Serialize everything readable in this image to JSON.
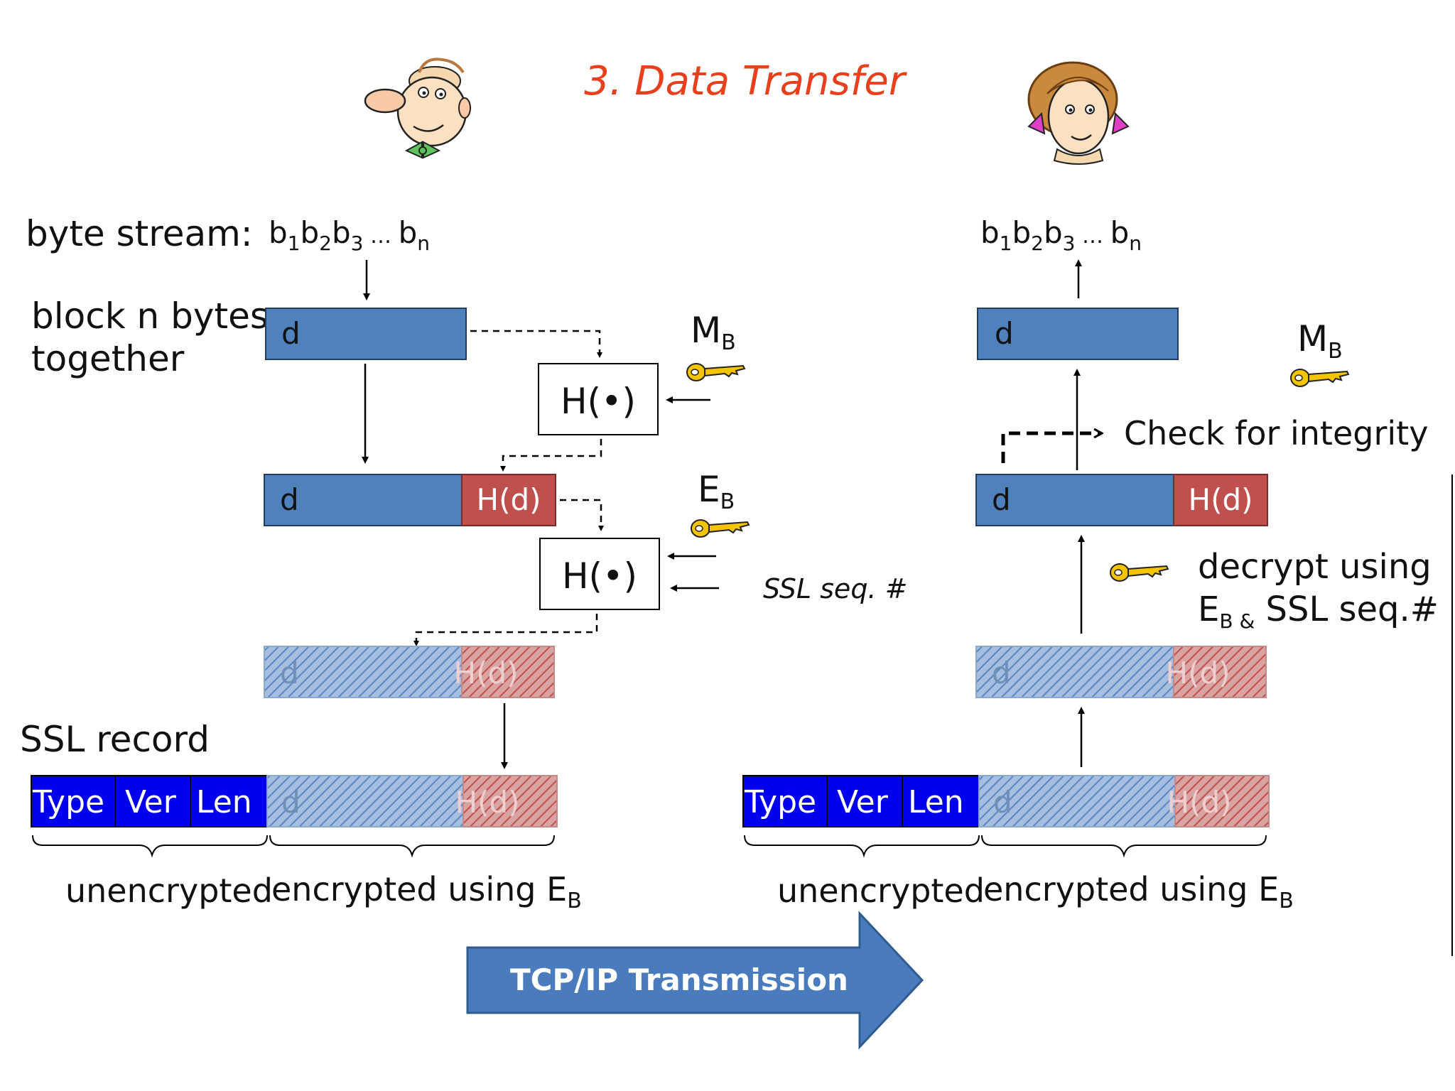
{
  "title": "3. Data Transfer",
  "colors": {
    "title": "#e8401c",
    "data_block": "#4f81bd",
    "hash_block": "#c0504d",
    "header_block": "#0000ee",
    "arrow_fill": "#4a7bbd",
    "arrow_stroke": "#2f5c8f",
    "key": "#f5c400"
  },
  "sender": {
    "stream_label": "byte stream:",
    "stream": {
      "b": "b",
      "s1": "1",
      "s2": "2",
      "s3": "3",
      "dots": " … ",
      "sn": "n"
    },
    "block_label_1": "block n bytes",
    "block_label_2": "together",
    "block_d": "d",
    "hash_box_1": "H(•)",
    "mac_key": {
      "base": "M",
      "sub": "B"
    },
    "block2_d": "d",
    "block2_h": "H(d)",
    "enc_key": {
      "base": "E",
      "sub": "B"
    },
    "hash_box_2": "H(•)",
    "seq_label": "SSL seq. #",
    "enc_d": "d",
    "enc_h": "H(d)",
    "record_label": "SSL record",
    "record": {
      "type": "Type",
      "ver": "Ver",
      "len": "Len",
      "d": "d",
      "h": "H(d)"
    },
    "unencrypted_label": "unencrypted",
    "encrypted_label": {
      "text": "encrypted using E",
      "sub": "B"
    }
  },
  "receiver": {
    "stream": {
      "b": "b",
      "s1": "1",
      "s2": "2",
      "s3": "3",
      "dots": " … ",
      "sn": "n"
    },
    "block_d": "d",
    "mac_key": {
      "base": "M",
      "sub": "B"
    },
    "integrity_label": "Check for integrity",
    "block2_d": "d",
    "block2_h": "H(d)",
    "decrypt_label_1": "decrypt using",
    "decrypt_label_2": {
      "base": "E",
      "sub": "B &",
      "rest": " SSL seq.#"
    },
    "enc_d": "d",
    "enc_h": "H(d)",
    "record": {
      "type": "Type",
      "ver": "Ver",
      "len": "Len",
      "d": "d",
      "h": "H(d)"
    },
    "unencrypted_label": "unencrypted",
    "encrypted_label": {
      "text": "encrypted using E",
      "sub": "B"
    }
  },
  "transmission_label": "TCP/IP Transmission",
  "icons": {
    "sender": "alice-cartoon-icon",
    "receiver": "bob-cartoon-icon",
    "key": "key-icon"
  }
}
